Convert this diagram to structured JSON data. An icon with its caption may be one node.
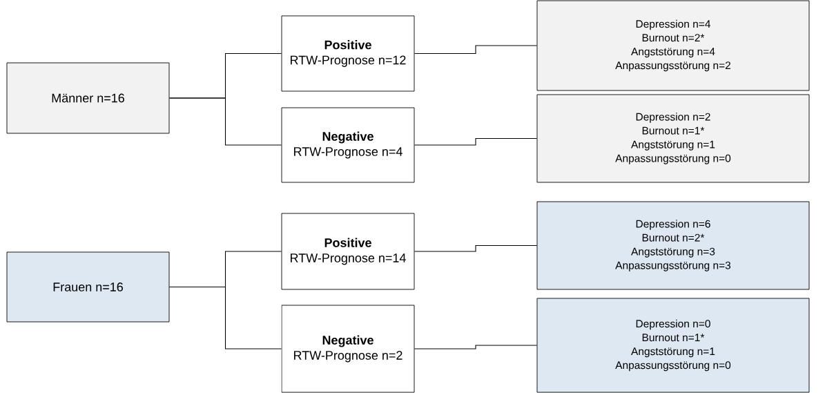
{
  "diagram": {
    "nodes": [
      {
        "text": [
          "Männer n=16"
        ]
      },
      {
        "text": [
          "Positive",
          "RTW-Prognose n=12"
        ]
      },
      {
        "text": [
          "Negative",
          "RTW-Prognose n=4"
        ]
      },
      {
        "text": [
          "Depression n=4",
          "Burnout n=2*",
          "Angststörung n=4",
          "Anpassungsstörung n=2"
        ]
      },
      {
        "text": [
          "Depression n=2",
          "Burnout n=1*",
          "Angststörung n=1",
          "Anpassungsstörung n=0"
        ]
      },
      {
        "text": [
          "Frauen n=16"
        ]
      },
      {
        "text": [
          "Positive",
          "RTW-Prognose n=14"
        ]
      },
      {
        "text": [
          "Negative",
          "RTW-Prognose n=2"
        ]
      },
      {
        "text": [
          "Depression n=6",
          "Burnout n=2*",
          "Angststörung n=3",
          "Anpassungsstörung n=3"
        ]
      },
      {
        "text": [
          "Depression n=0",
          "Burnout n=1*",
          "Angststörung n=1",
          "Anpassungsstörung n=0"
        ]
      }
    ],
    "edges": [
      {
        "from": 0,
        "to": 1,
        "arrow": "none"
      },
      {
        "from": 0,
        "to": 2,
        "arrow": "none"
      },
      {
        "from": 1,
        "to": 3,
        "arrow": "none"
      },
      {
        "from": 2,
        "to": 4,
        "arrow": "none"
      },
      {
        "from": 5,
        "to": 6,
        "arrow": "none"
      },
      {
        "from": 5,
        "to": 7,
        "arrow": "none"
      },
      {
        "from": 6,
        "to": 8,
        "arrow": "none"
      },
      {
        "from": 7,
        "to": 9,
        "arrow": "none"
      }
    ]
  }
}
